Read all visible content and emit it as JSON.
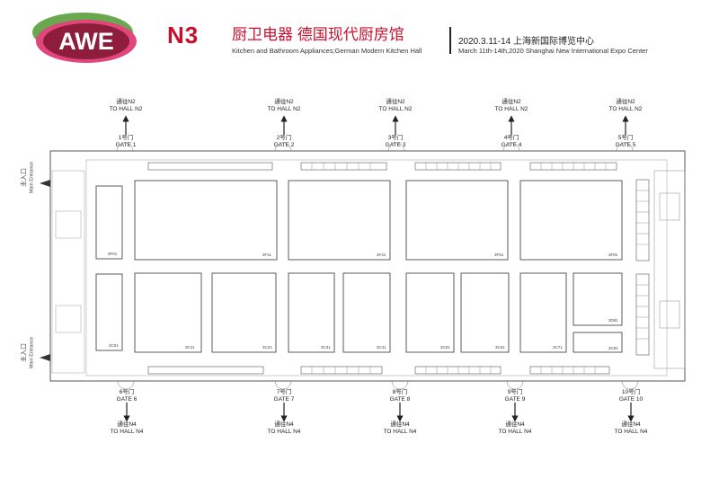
{
  "header": {
    "logo_text": "AWE",
    "hall_code": "N3",
    "hall_name_cn": "厨卫电器 德国现代厨房馆",
    "hall_name_en": "Kitchen and Bathroom Appliances;German Modern Kitchen Hall",
    "date_cn": "2020.3.11-14 上海新国际博览中心",
    "date_en": "March 11th-14th,2020 Shanghai New International Expo Center"
  },
  "colors": {
    "brand_red": "#c8102e",
    "logo_green": "#6aa84f",
    "logo_pink": "#e0457b",
    "plan_line": "#555555"
  },
  "top_gates": [
    {
      "to_cn": "通往N2",
      "to_en": "TO HALL N2",
      "gate_cn": "1号门",
      "gate_en": "GATE 1"
    },
    {
      "to_cn": "通往N2",
      "to_en": "TO HALL N2",
      "gate_cn": "2号门",
      "gate_en": "GATE 2"
    },
    {
      "to_cn": "通往N2",
      "to_en": "TO HALL N2",
      "gate_cn": "3号门",
      "gate_en": "GATE 3"
    },
    {
      "to_cn": "通往N2",
      "to_en": "TO HALL N2",
      "gate_cn": "4号门",
      "gate_en": "GATE 4"
    },
    {
      "to_cn": "通往N2",
      "to_en": "TO HALL N2",
      "gate_cn": "5号门",
      "gate_en": "GATE 5"
    }
  ],
  "bottom_gates": [
    {
      "to_cn": "通往N4",
      "to_en": "TO HALL N4",
      "gate_cn": "6号门",
      "gate_en": "GATE 6"
    },
    {
      "to_cn": "通往N4",
      "to_en": "TO HALL N4",
      "gate_cn": "7号门",
      "gate_en": "GATE 7"
    },
    {
      "to_cn": "通往N4",
      "to_en": "TO HALL N4",
      "gate_cn": "8号门",
      "gate_en": "GATE 8"
    },
    {
      "to_cn": "通往N4",
      "to_en": "TO HALL N4",
      "gate_cn": "9号门",
      "gate_en": "GATE 9"
    },
    {
      "to_cn": "通往N4",
      "to_en": "TO HALL N4",
      "gate_cn": "10号门",
      "gate_en": "GATE 10"
    }
  ],
  "main_entrance": {
    "cn": "主入口",
    "en": "Main Entrance"
  },
  "booths": {
    "3F01": "3F01",
    "3F11": "3F11",
    "3F41": "3F41",
    "3F61": "3F61",
    "3F81": "3F81",
    "3C01": "3C01",
    "3C11": "3C11",
    "3C21": "3C21",
    "3C31": "3C31",
    "3C41": "3C41",
    "3C51": "3C51",
    "3C61": "3C61",
    "3C71": "3C71",
    "3C81": "3C81",
    "3D81": "3D81"
  }
}
